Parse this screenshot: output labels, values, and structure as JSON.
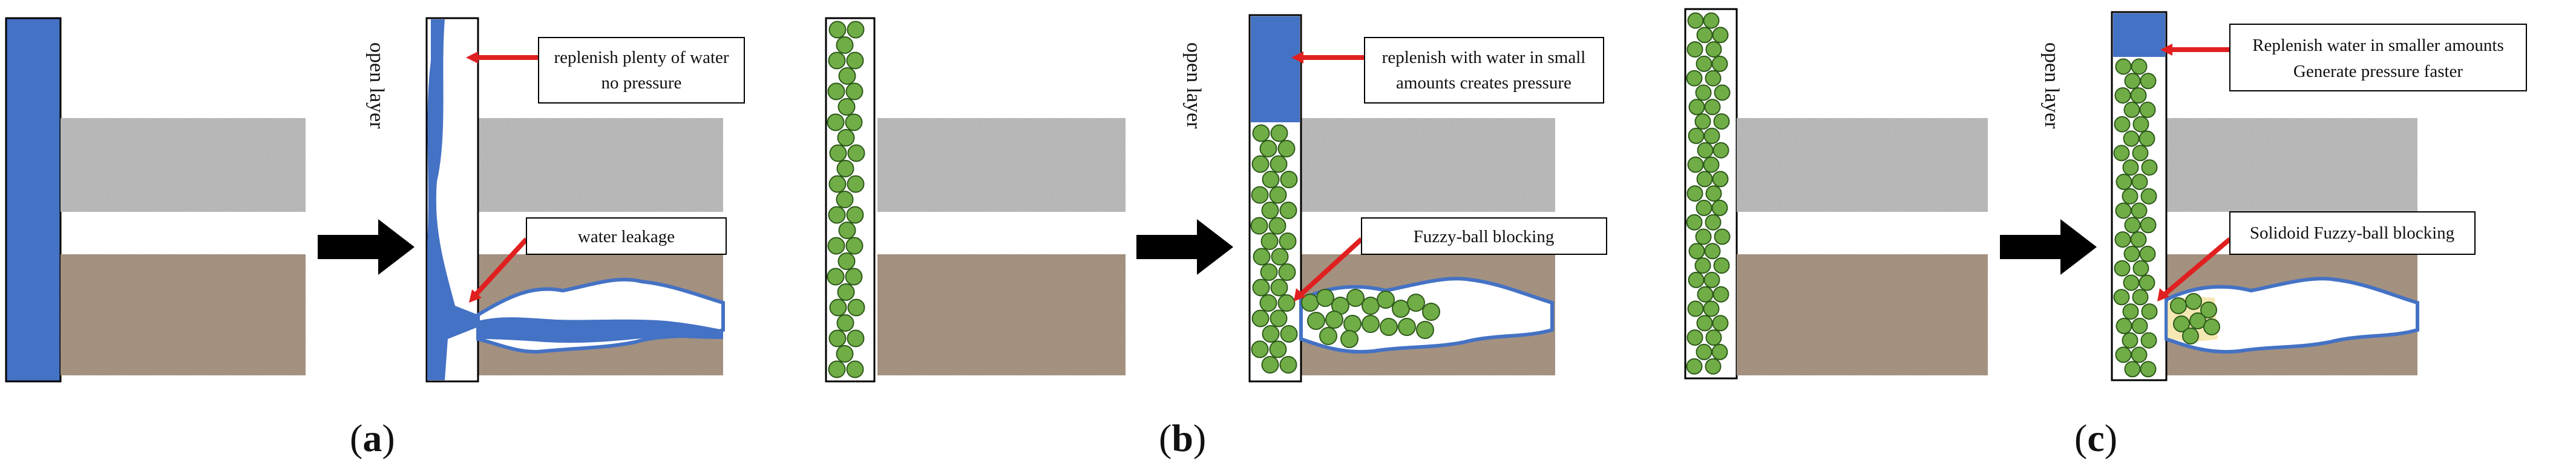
{
  "layer_label": "open layer",
  "callouts": {
    "a_top": [
      "replenish plenty of water",
      "no pressure"
    ],
    "a_bottom": [
      "water leakage"
    ],
    "b_top": [
      "replenish with water in small",
      "amounts creates pressure"
    ],
    "b_bottom": [
      "Fuzzy-ball blocking"
    ],
    "c_top": [
      "Replenish water in smaller amounts",
      "Generate pressure faster"
    ],
    "c_bottom": [
      "Solidoid Fuzzy-ball blocking"
    ]
  },
  "panel_labels": {
    "a": "a",
    "b": "b",
    "c": "c"
  },
  "colors": {
    "water": "#4472c4",
    "ball_fill": "#70ad47",
    "ball_stroke": "#2e5a1a",
    "granite": "#a6a6a6",
    "sandstone": "#a09080",
    "solid_plug": "#f4e2a0",
    "arrow_red": "#e02020",
    "big_arrow": "#000000"
  }
}
